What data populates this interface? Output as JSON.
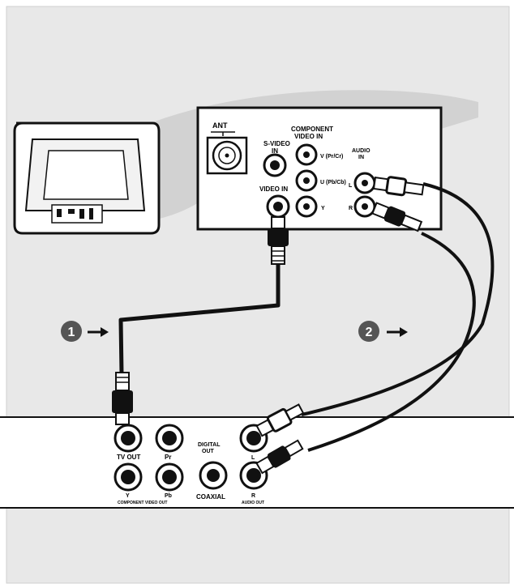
{
  "diagram": {
    "step_markers": [
      {
        "number": "1"
      },
      {
        "number": "2"
      }
    ],
    "tv_panel": {
      "antenna_label": "ANT",
      "svideo_label": "S-VIDEO\nIN",
      "component_label": "COMPONENT\nVIDEO IN",
      "video_in_label": "VIDEO IN",
      "audio_in_label": "AUDIO\nIN",
      "pr_label": "V (Pr/Cr)",
      "pb_label": "U (Pb/Cb)",
      "y_label": "Y",
      "audio_l_label": "L",
      "audio_r_label": "R"
    },
    "player_panel": {
      "tv_out_label": "TV OUT",
      "pr_label": "Pr",
      "digital_out_label": "DIGITAL\nOUT",
      "coaxial_label": "COAXIAL",
      "y_label": "Y",
      "pb_label": "Pb",
      "component_out_label": "COMPONENT VIDEO OUT",
      "audio_l_label": "L",
      "audio_r_label": "R",
      "audio_out_label": "AUDIO OUT"
    },
    "colors": {
      "background": "#e8e8e8",
      "line": "#111111",
      "panel": "#ffffff",
      "callout": "#cfcfcf"
    }
  }
}
